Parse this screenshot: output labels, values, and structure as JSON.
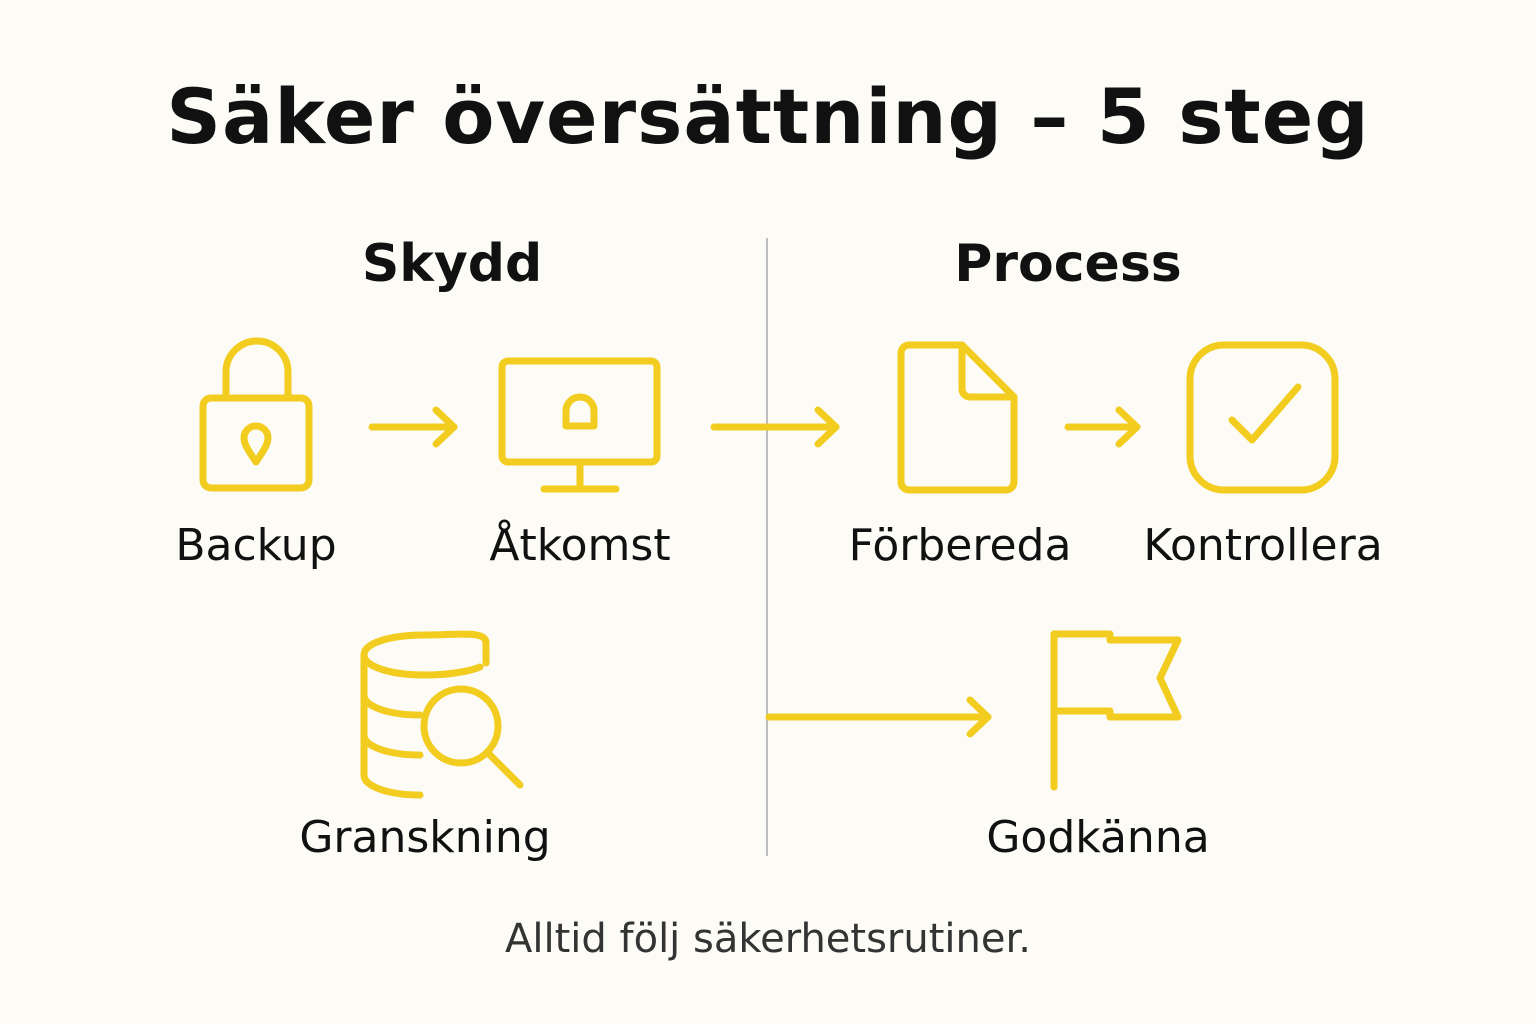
{
  "title": "Säker översättning – 5 steg",
  "sections": {
    "left": "Skydd",
    "right": "Process"
  },
  "steps": {
    "backup": "Backup",
    "access": "Åtkomst",
    "review": "Granskning",
    "prepare": "Förbereda",
    "check": "Kontrollera",
    "approve": "Godkänna"
  },
  "footer": "Alltid följ säkerhetsrutiner.",
  "colors": {
    "accent": "#f2cc1f",
    "text": "#111111",
    "divider": "#bdbdbd",
    "background": "#fcfbf6"
  },
  "icons": [
    "padlock-icon",
    "monitor-lock-icon",
    "document-icon",
    "checkbox-icon",
    "database-search-icon",
    "flag-icon"
  ]
}
